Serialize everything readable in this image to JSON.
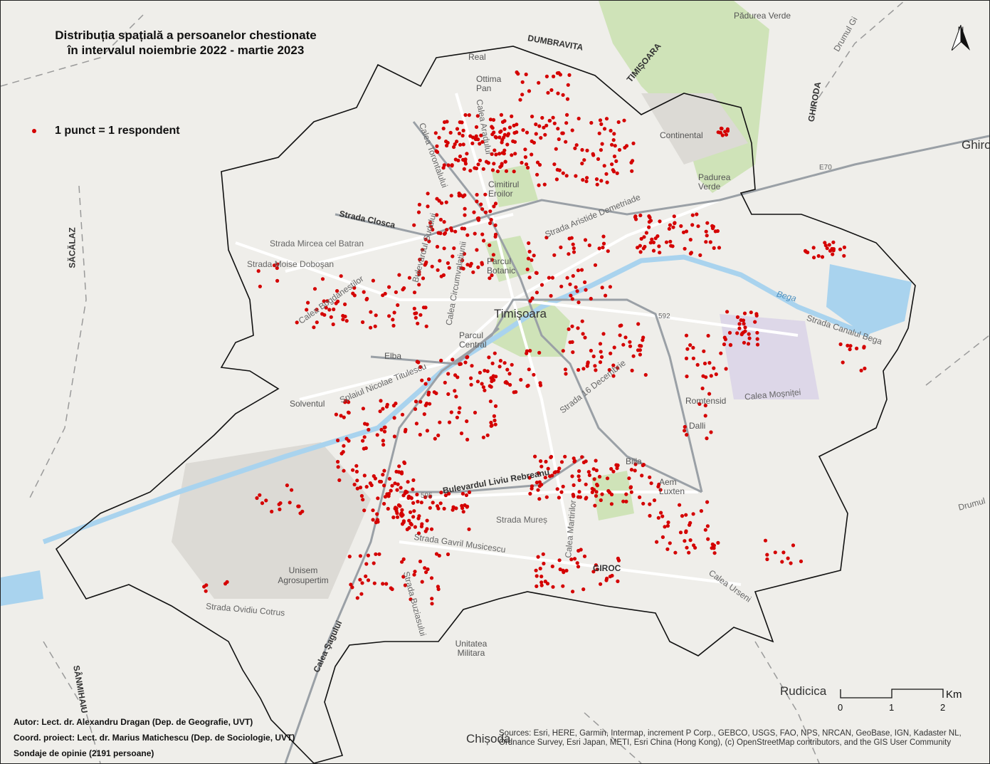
{
  "title": {
    "line1": "Distribuția spațială a persoanelor chestionate",
    "line2": "în intervalul noiembrie 2022 - martie 2023"
  },
  "legend": {
    "label": "1 punct = 1 respondent",
    "dot_color": "#d40000"
  },
  "north_arrow": {
    "label": "N",
    "icon": "north-arrow-icon"
  },
  "credits": {
    "author": "Autor: Lect. dr. Alexandru Dragan (Dep. de Geografie, UVT)",
    "coordinator": "Coord. proiect: Lect. dr. Marius Matichescu (Dep. de Sociologie, UVT)",
    "survey": "Sondaje de opinie (2191 persoane)"
  },
  "sources": "Sources: Esri, HERE, Garmin, Intermap, increment P Corp., GEBCO, USGS, FAO, NPS, NRCAN, GeoBase, IGN, Kadaster NL, Ordnance Survey, Esri Japan, METI, Esri China (Hong Kong), (c) OpenStreetMap contributors, and the GIS User Community",
  "scale_bar": {
    "ticks": [
      "0",
      "1",
      "2"
    ],
    "unit": "Km"
  },
  "colors": {
    "boundary": "#111111",
    "water": "#a9d3ee",
    "park": "#cfe3b8",
    "land": "#efeeea",
    "road": "#ffffff",
    "main_road": "#9aa0a6",
    "points": "#d40000"
  },
  "places": {
    "timisoara": "Timişoara",
    "padurea_verde_top": "Pădurea Verde",
    "dumbravita": "DUMBRAVITA",
    "timisoara_upper": "TIMIȘOARA",
    "ghiroda": "GHIRODA",
    "ghiro": "Ghiro",
    "drumul": "Drumul Gi",
    "real": "Real",
    "ottima_pan": "Ottima Pan",
    "continental": "Continental",
    "padurea_verde": "Padurea Verde",
    "cimitirul_eroilor": "Cimitirul Eroilor",
    "parcul_botanic": "Parcul Botanic",
    "parcul_central": "Parcul Central",
    "elba": "Elba",
    "solventul": "Solventul",
    "romtensid": "Romtensid",
    "dalli": "Dalli",
    "billa": "Billa",
    "aem_luxten": "Aem Luxten",
    "unisem": "Unisem Agrosupertim",
    "unitatea_militara": "Unitatea Militara",
    "giroc": "GIROC",
    "rudicica": "Rudicica",
    "chisoda": "Chișoda",
    "sacalaz": "SĂCĂLAZ",
    "sanmihaiu": "SÂNMIHAIU",
    "bega": "Bega",
    "e70": "E70",
    "r592": "592",
    "r595": "595",
    "drumul_right": "Drumul"
  },
  "streets": {
    "closca": "Strada Closca",
    "mircea": "Strada Mircea cel Batran",
    "moise": "Strada Moise Doboşan",
    "bogdanestilor": "Calea Bogdanestilor",
    "torontalului": "Calea Torontalului",
    "aradului": "Calea Aradului",
    "circumvalatiunii": "Calea Circumvalatiunii",
    "sudului": "Bulevardul Sudului",
    "demetriade": "Strada Aristide Demetriade",
    "nicolae": "Splaiul Nicolae Titulescu",
    "decembrie": "Strada 16 Decembrie",
    "martirilor": "Calea Martirilor",
    "rebreanu": "Bulevardul Liviu Rebreanu",
    "muresul": "Strada Mureș",
    "musicescu": "Strada Gavril Musicescu",
    "cotrus": "Strada Ovidiu Cotrus",
    "sagului": "Calea Şagului",
    "buziasului": "Strada Buziasului",
    "canalul": "Strada Canalul Bega",
    "calea_urseni": "Calea Urseni",
    "calea_mosnitei": "Calea Moșniței"
  }
}
